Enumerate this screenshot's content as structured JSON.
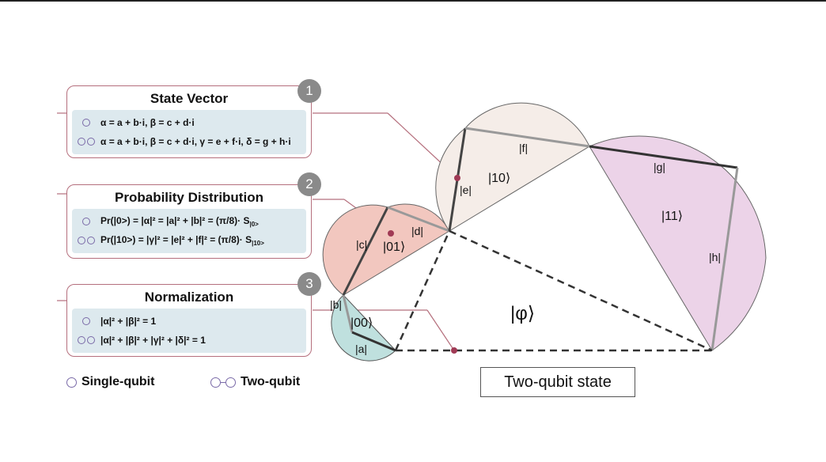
{
  "panels": [
    {
      "badge": "1",
      "title": "State Vector",
      "single": "α = a + b·i, β = c + d·i",
      "two": "α = a + b·i, β = c + d·i, γ = e + f·i, δ = g + h·i"
    },
    {
      "badge": "2",
      "title": "Probability Distribution",
      "single": "Pr(|0>) = |α|² = |a|² + |b|² = (π/8)· S",
      "single_sub": "|0>",
      "two": "Pr(|10>) = |γ|² = |e|² + |f|² = (π/8)· S",
      "two_sub": "|10>"
    },
    {
      "badge": "3",
      "title": "Normalization",
      "single": "|α|² + |β|² = 1",
      "two": "|α|² + |β|² + |γ|² + |δ|² = 1"
    }
  ],
  "legend": {
    "single": "Single-qubit",
    "two": "Two-qubit"
  },
  "diagram": {
    "labels": {
      "a": "|a|",
      "b": "|b|",
      "c": "|c|",
      "d": "|d|",
      "e": "|e|",
      "f": "|f|",
      "g": "|g|",
      "h": "|h|",
      "k00": "|00⟩",
      "k01": "|01⟩",
      "k10": "|10⟩",
      "k11": "|11⟩",
      "phi": "|φ⟩"
    },
    "colors": {
      "k00": "#bfe0de",
      "k01": "#f2c7bf",
      "k10": "#f5ede8",
      "k11": "#ecd3e8",
      "connector": "#b56f7d",
      "dot": "#a03a55"
    }
  },
  "caption": "Two-qubit state"
}
